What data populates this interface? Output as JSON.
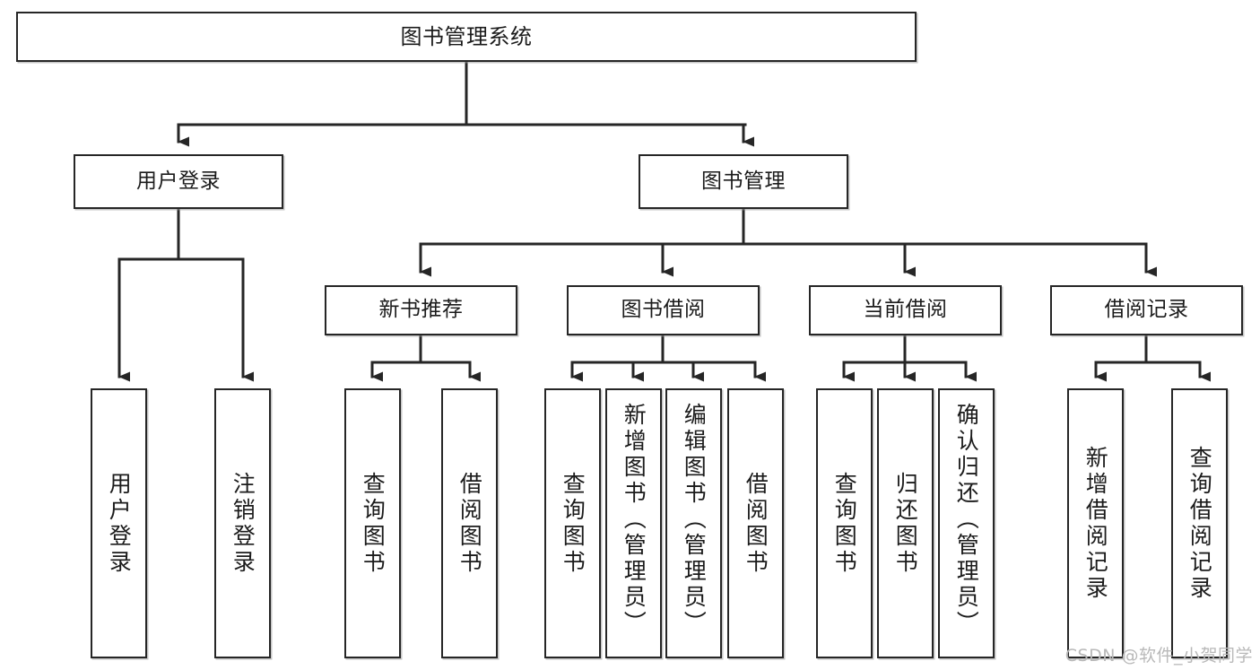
{
  "diagram": {
    "title": "图书管理系统",
    "type": "tree-hierarchy-chart",
    "colors": {
      "box_border": "#262626",
      "box_fill": "#ffffff",
      "edge": "#262626",
      "watermark": "#b9b9b9",
      "background": "#ffffff"
    },
    "root": {
      "label": "图书管理系统"
    },
    "level2": [
      {
        "label": "用户登录"
      },
      {
        "label": "图书管理"
      }
    ],
    "level3": [
      {
        "label": "新书推荐"
      },
      {
        "label": "图书借阅"
      },
      {
        "label": "当前借阅"
      },
      {
        "label": "借阅记录"
      }
    ],
    "leaves": {
      "user_login": [
        {
          "label": "用户登录"
        },
        {
          "label": "注销登录"
        }
      ],
      "new_book_recommend": [
        {
          "label": "查询图书"
        },
        {
          "label": "借阅图书"
        }
      ],
      "book_borrow": [
        {
          "label": "查询图书"
        },
        {
          "label": "新增图书（管理员）"
        },
        {
          "label": "编辑图书（管理员）"
        },
        {
          "label": "借阅图书"
        }
      ],
      "current_borrow": [
        {
          "label": "查询图书"
        },
        {
          "label": "归还图书"
        },
        {
          "label": "确认归还（管理员）"
        }
      ],
      "borrow_record": [
        {
          "label": "新增借阅记录"
        },
        {
          "label": "查询借阅记录"
        }
      ]
    },
    "watermark": "CSDN @软件_小贺同学"
  }
}
